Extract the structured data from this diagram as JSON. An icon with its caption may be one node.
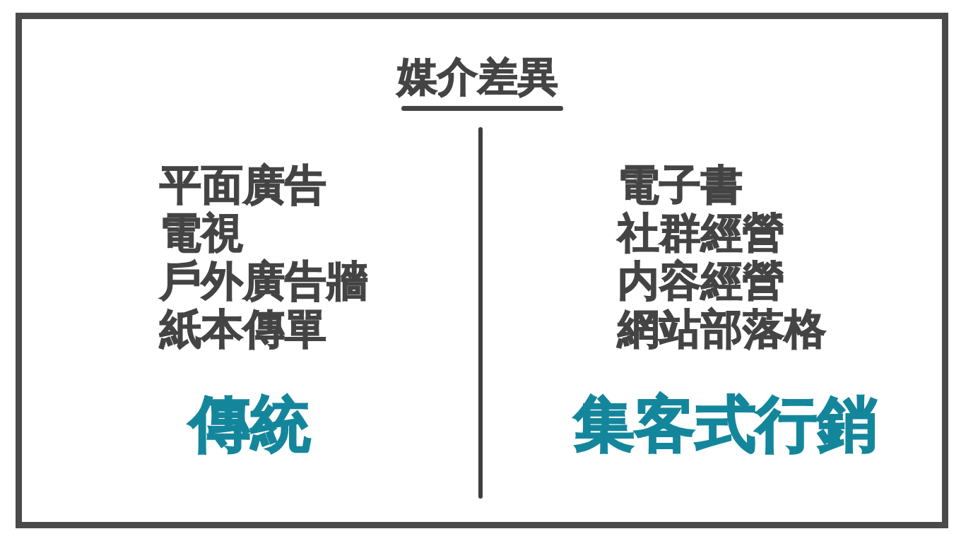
{
  "diagram": {
    "title": "媒介差異",
    "labels": [
      "平面廣告",
      "電視",
      "戶外廣告牆",
      "紙本傳單",
      "傳統",
      "電子書",
      "社群經營",
      "内容經營",
      "網站部落格",
      "集客式行銷"
    ]
  }
}
